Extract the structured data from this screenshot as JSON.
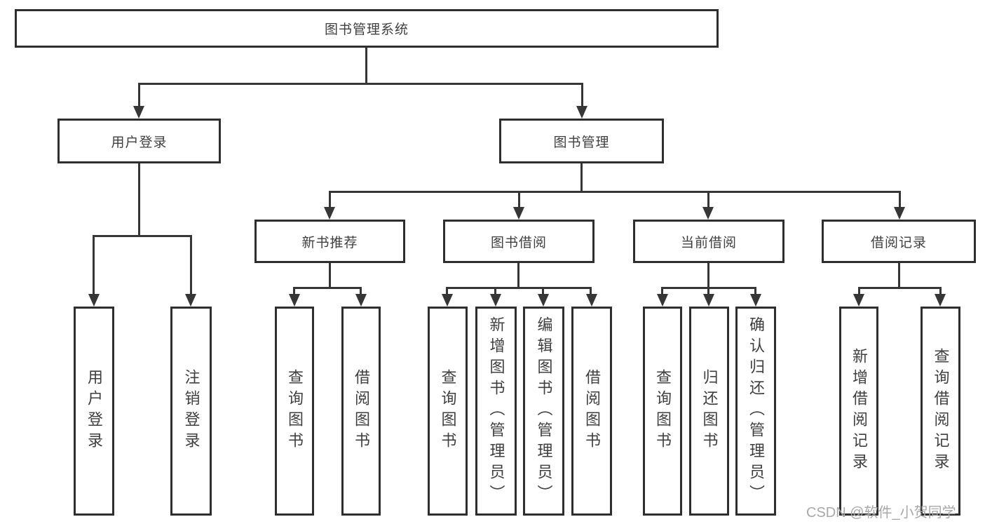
{
  "diagram_title": "图书管理系统",
  "nodes": {
    "root": "图书管理系统",
    "login": "用户登录",
    "manage": "图书管理",
    "login_children": [
      "用户登录",
      "注销登录"
    ],
    "manage_children": [
      "新书推荐",
      "图书借阅",
      "当前借阅",
      "借阅记录"
    ],
    "recommend_leaves": [
      "查询图书",
      "借阅图书"
    ],
    "borrow_leaves": [
      "查询图书",
      "新增图书（管理员）",
      "编辑图书（管理员）",
      "借阅图书"
    ],
    "current_leaves": [
      "查询图书",
      "归还图书",
      "确认归还（管理员）"
    ],
    "record_leaves": [
      "新增借阅记录",
      "查询借阅记录"
    ]
  },
  "watermark": "CSDN @软件_小贺同学",
  "colors": {
    "line": "#363636",
    "box_border": "#2e2e2e",
    "text": "#3f3f3f",
    "watermark": "#a8a8a8",
    "background": "#ffffff"
  }
}
